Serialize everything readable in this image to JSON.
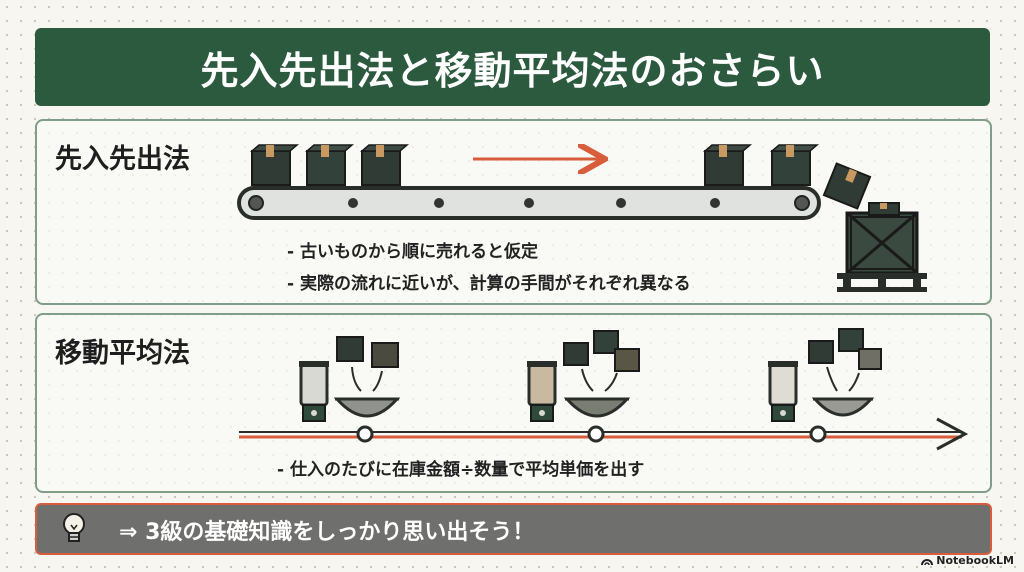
{
  "title": "先入先出法と移動平均法のおさらい",
  "fifo": {
    "heading": "先入先出法",
    "bullets": [
      "- 古いものから順に売れると仮定",
      "- 実際の流れに近いが、計算の手間がそれぞれ異なる"
    ]
  },
  "moving_average": {
    "heading": "移動平均法",
    "bullets": [
      "- 仕入のたびに在庫金額÷数量で平均単価を出す"
    ]
  },
  "tip": {
    "text": "⇒ 3級の基礎知識をしっかり思い出そう！",
    "icon": "lightbulb-icon"
  },
  "brand": {
    "label": "NotebookLM"
  },
  "colors": {
    "banner": "#2c5a3f",
    "accent": "#d85d3c",
    "box": "#2f3b34",
    "tip_bg": "#6f6f6d"
  }
}
